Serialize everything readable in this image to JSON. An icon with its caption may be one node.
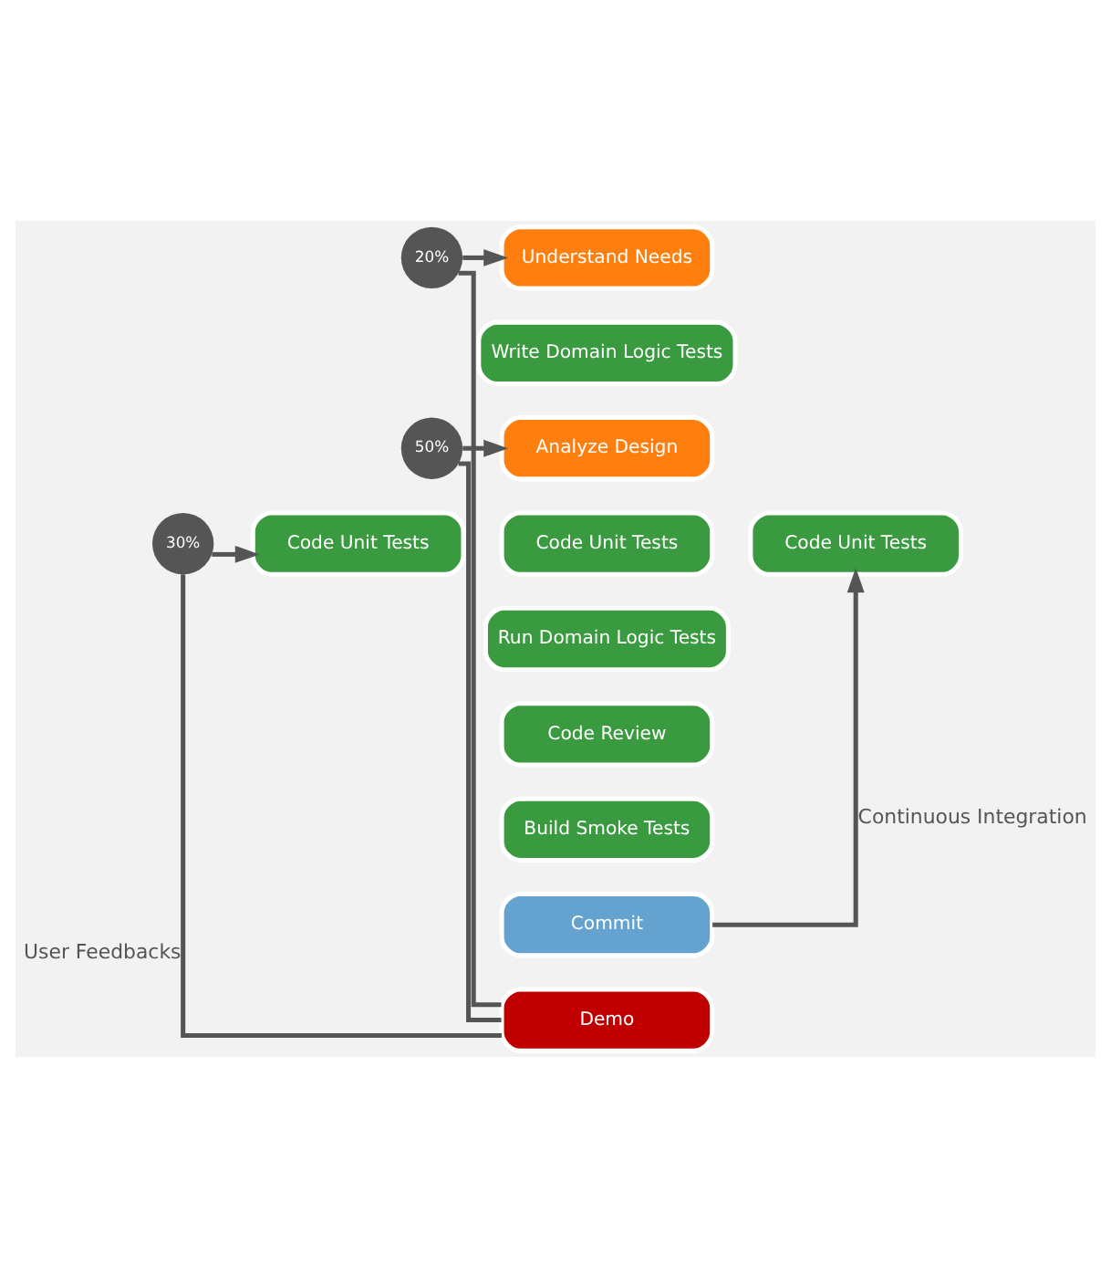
{
  "diagram": {
    "nodes": [
      {
        "text": [
          "20%"
        ]
      },
      {
        "text": [
          "Understand Needs"
        ]
      },
      {
        "text": [
          "Write Domain Logic Tests"
        ]
      },
      {
        "text": [
          "50%"
        ]
      },
      {
        "text": [
          "Analyze Design"
        ]
      },
      {
        "text": [
          "30%"
        ]
      },
      {
        "text": [
          "Code Unit Tests"
        ]
      },
      {
        "text": [
          "Code Unit Tests"
        ]
      },
      {
        "text": [
          "Code Unit Tests"
        ]
      },
      {
        "text": [
          "Run Domain Logic Tests"
        ]
      },
      {
        "text": [
          "Code Review"
        ]
      },
      {
        "text": [
          "Build Smoke Tests"
        ]
      },
      {
        "text": [
          "Commit"
        ]
      },
      {
        "text": [
          "Demo"
        ]
      }
    ],
    "edges": [
      {
        "from": 13,
        "to": 0,
        "arrow": "none"
      },
      {
        "from": 0,
        "to": 1,
        "arrow": "to"
      },
      {
        "from": 13,
        "to": 3,
        "arrow": "none"
      },
      {
        "from": 3,
        "to": 4,
        "arrow": "to"
      },
      {
        "from": 13,
        "to": 5,
        "arrow": "none",
        "label": "User Feedbacks"
      },
      {
        "from": 5,
        "to": 6,
        "arrow": "to"
      },
      {
        "from": 12,
        "to": 8,
        "arrow": "to",
        "label": "Continuous Integration"
      }
    ]
  }
}
